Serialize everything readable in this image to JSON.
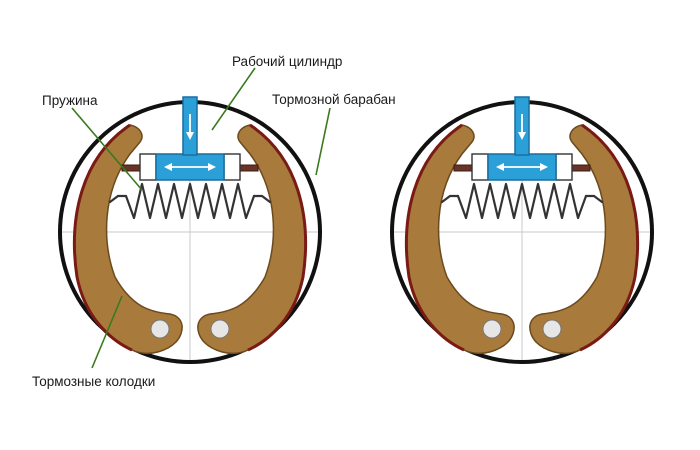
{
  "labels": {
    "working_cylinder": "Рабочий цилиндр",
    "spring": "Пружина",
    "brake_drum": "Тормозной барабан",
    "brake_shoes": "Тормозные колодки"
  },
  "colors": {
    "shoe_fill": "#a87a3c",
    "shoe_stroke": "#6b4a1e",
    "lining": "#7a1a14",
    "cylinder": "#2a9fd8",
    "cylinder_stroke": "#1a6f9e",
    "leader": "#3a7a1e",
    "drum": "#111111"
  },
  "icons": {
    "flow_arrow": "arrow-down-icon",
    "piston_arrow": "double-arrow-icon"
  }
}
